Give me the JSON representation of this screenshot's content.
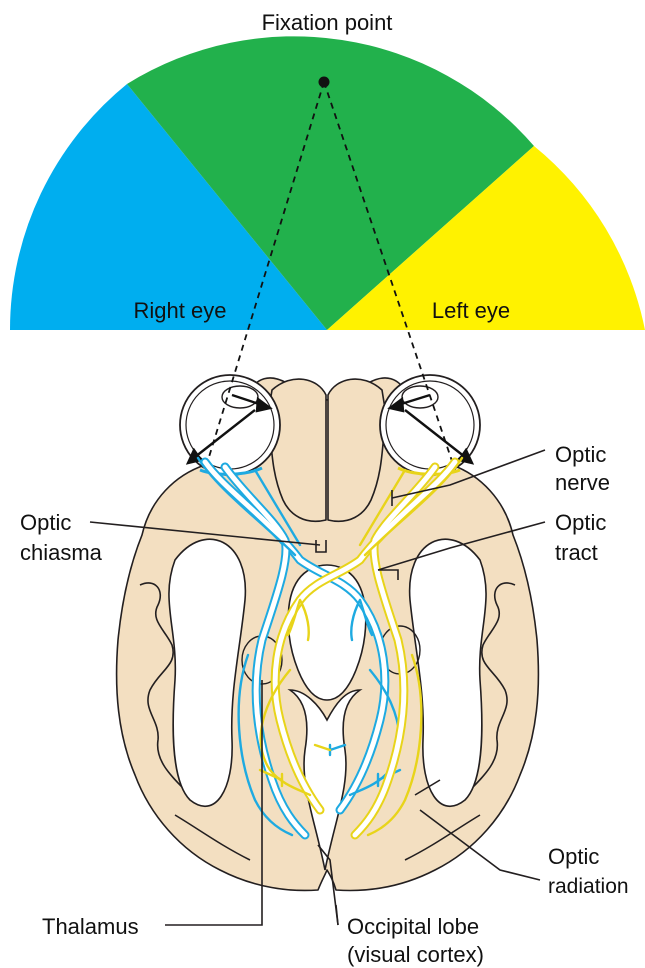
{
  "labels": {
    "fixation_point": "Fixation point",
    "right_eye": "Right eye",
    "left_eye": "Left eye",
    "optic_nerve": [
      "Optic",
      "nerve"
    ],
    "optic_chiasma": [
      "Optic",
      "chiasma"
    ],
    "optic_tract": [
      "Optic",
      "tract"
    ],
    "optic_radiation": [
      "Optic",
      "radiation"
    ],
    "thalamus": "Thalamus",
    "occipital_lobe": [
      "Occipital lobe",
      "(visual cortex)"
    ]
  },
  "colors": {
    "right_field": "#00aeef",
    "center_field": "#22b14c",
    "left_field": "#fff200",
    "right_eye_fibers": "#1eaae1",
    "left_eye_fibers": "#e8d41a",
    "brain_fill": "#f3dfc1",
    "outline": "#231f20"
  }
}
